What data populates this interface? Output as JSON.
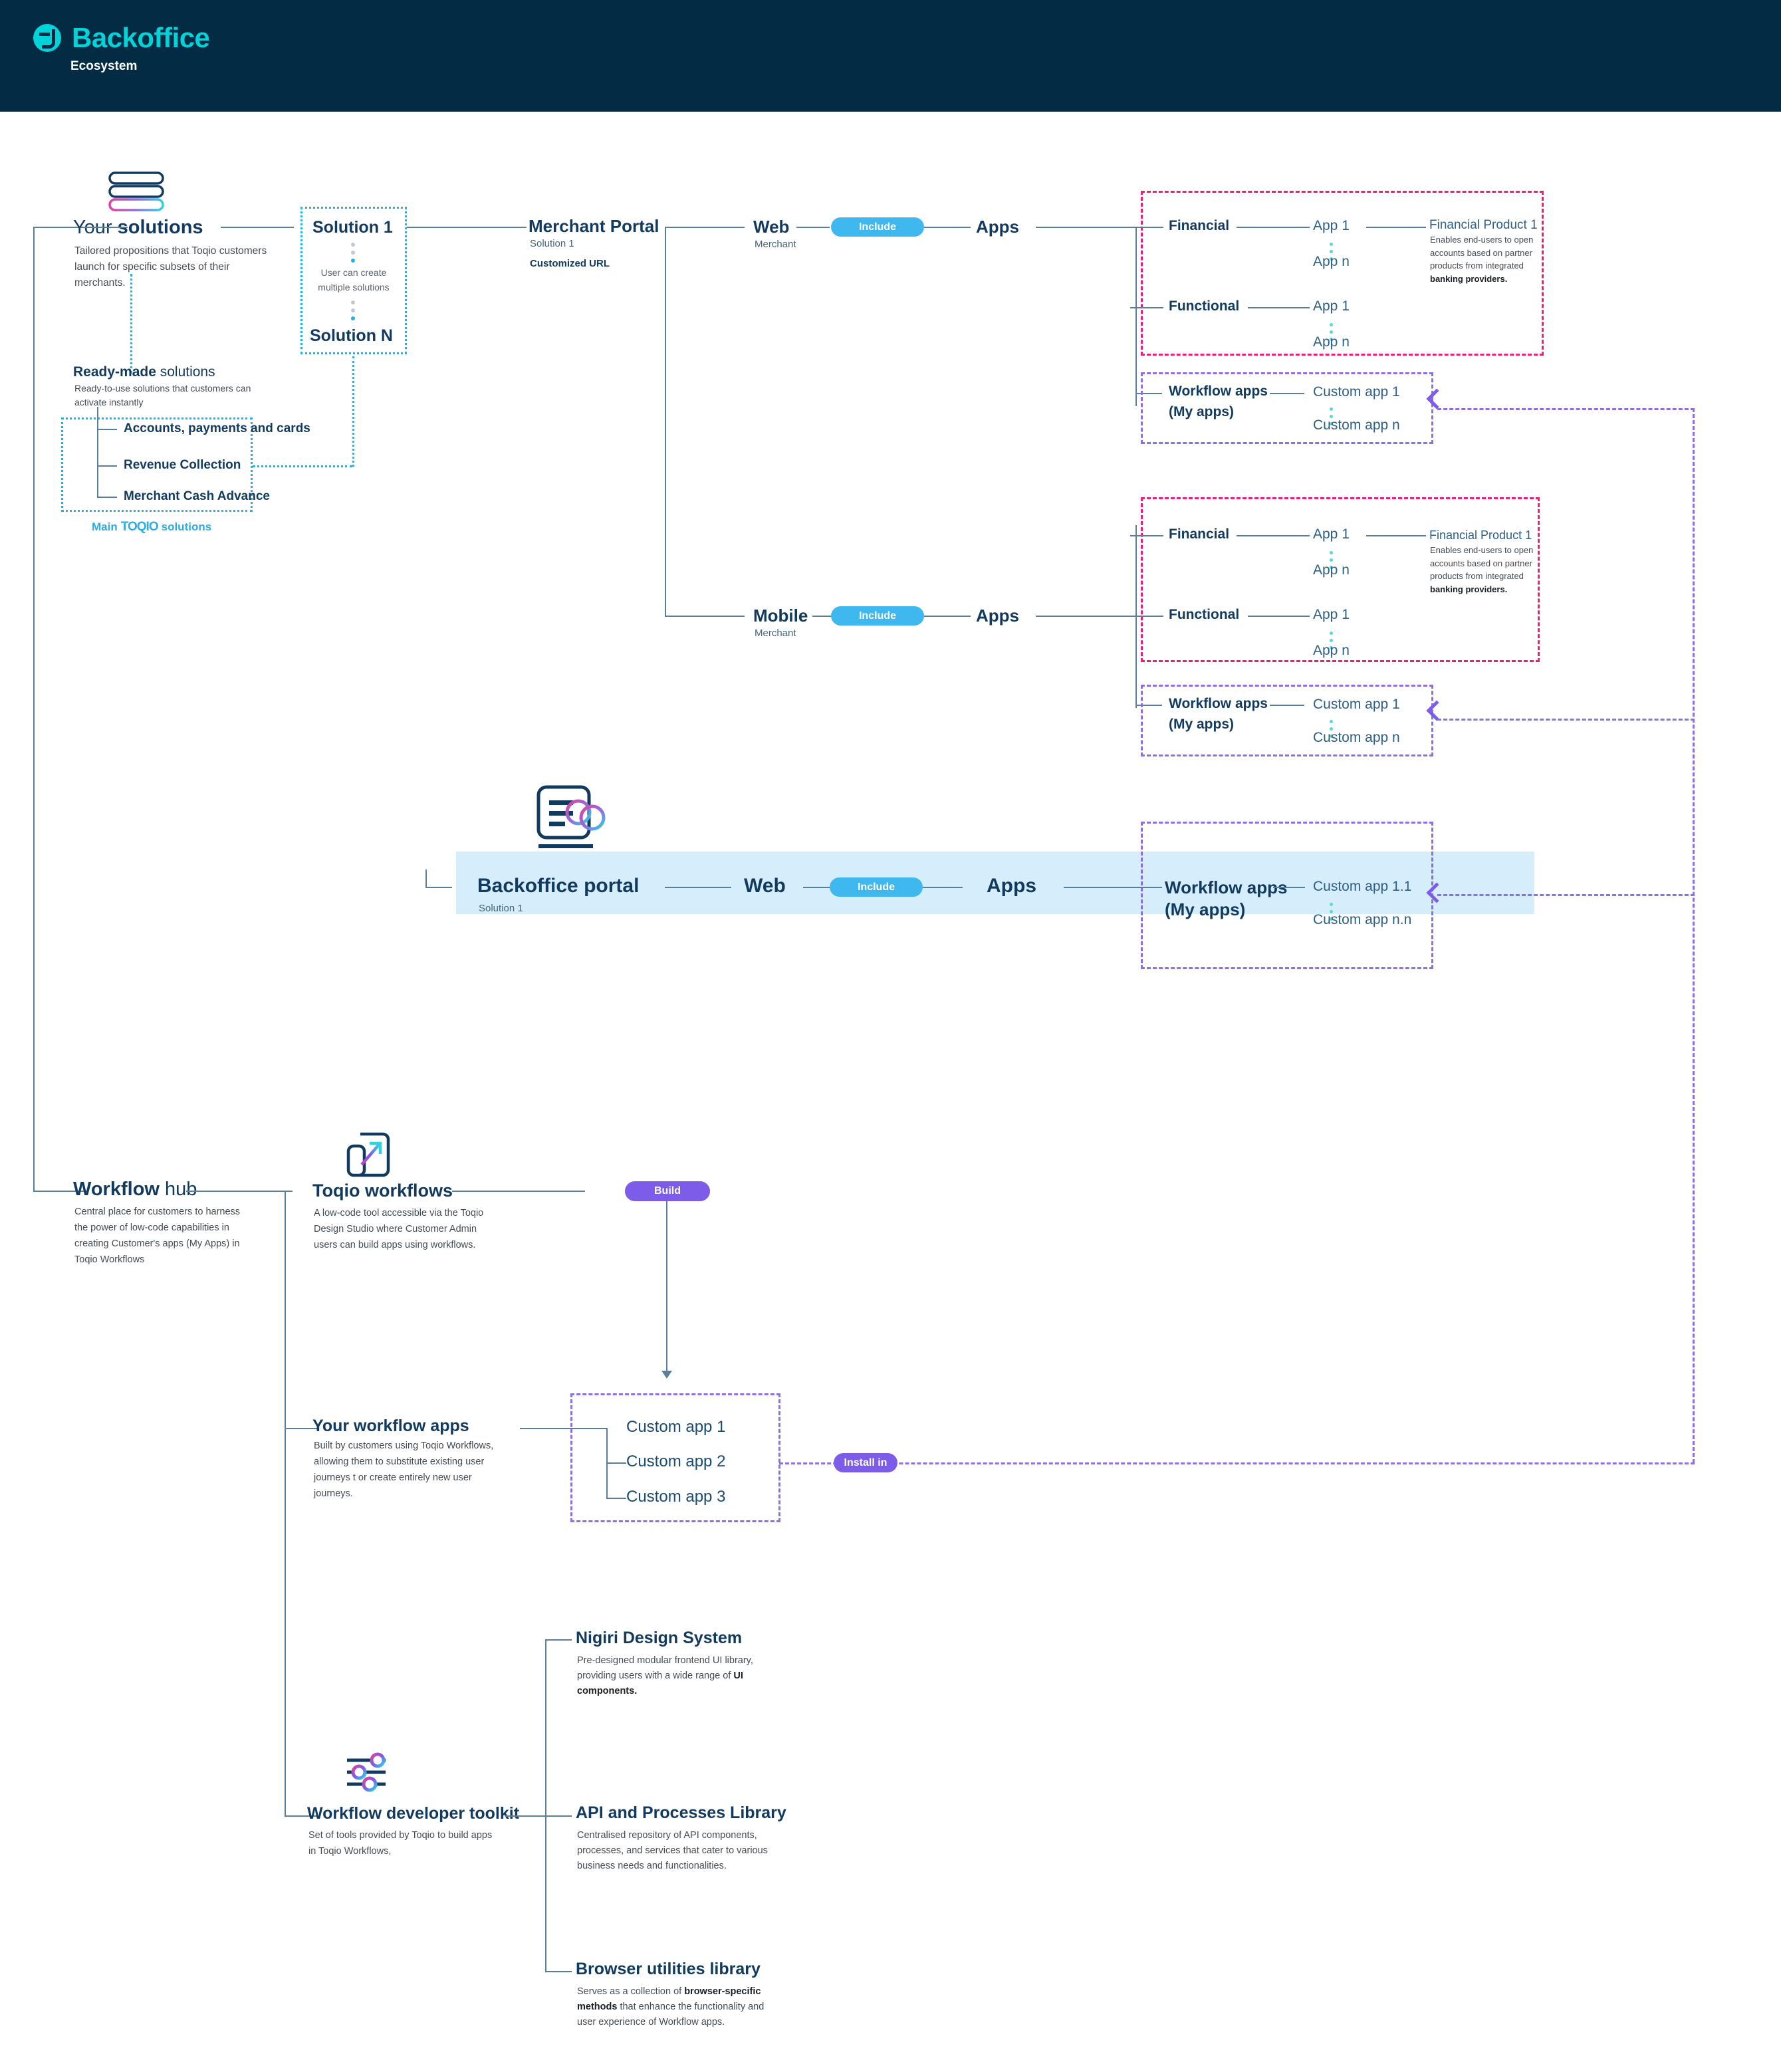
{
  "header": {
    "brand": "Backoffice",
    "subtitle": "Ecosystem",
    "logo_icon": "toqio-logo-icon",
    "brand_color": "#00d4d8",
    "bg_color": "#032b44"
  },
  "your_solutions": {
    "title_light": "Your ",
    "title_bold": "solutions",
    "description": "Tailored propositions that Toqio customers launch for specific subsets of their merchants.",
    "icon": "stacked-layers-icon",
    "ready_made": {
      "title_bold": "Ready-made",
      "title_light": " solutions",
      "description": "Ready-to-use solutions that customers can activate instantly",
      "items": [
        "Accounts, payments and cards",
        "Revenue Collection",
        "Merchant Cash Advance"
      ],
      "footer_pre": "Main ",
      "footer_brand": "TOQIO",
      "footer_post": " solutions"
    }
  },
  "solution_stack": {
    "first": "Solution 1",
    "note": "User can create multiple solutions",
    "last": "Solution N"
  },
  "merchant_portal": {
    "title": "Merchant Portal",
    "meta": "Solution 1",
    "meta_bold": "Customized URL"
  },
  "channels": {
    "web": {
      "title": "Web",
      "meta": "Merchant",
      "include_label": "Include",
      "apps_label": "Apps"
    },
    "mobile": {
      "title": "Mobile",
      "meta": "Merchant",
      "include_label": "Include",
      "apps_label": "Apps"
    }
  },
  "app_groups": {
    "financial_label": "Financial",
    "functional_label": "Functional",
    "app_first": "App 1",
    "app_last": "App n",
    "product": {
      "title": "Financial Product 1",
      "desc_plain": "Enables end-users to open accounts based on partner products from integrated ",
      "desc_bold": "banking providers."
    }
  },
  "workflow_apps_web": {
    "title_line1": "Workflow apps",
    "title_line2": "(My apps)",
    "first": "Custom app 1",
    "last": "Custom app n"
  },
  "workflow_apps_mobile": {
    "title_line1": "Workflow apps",
    "title_line2": "(My apps)",
    "first": "Custom app 1",
    "last": "Custom app n"
  },
  "backoffice": {
    "icon": "document-link-icon",
    "title": "Backoffice portal",
    "meta": "Solution 1",
    "web_label": "Web",
    "include_label": "Include",
    "apps_label": "Apps",
    "workflow_title_line1": "Workflow apps",
    "workflow_title_line2": "(My apps)",
    "custom_first": "Custom app 1.1",
    "custom_last": "Custom app n.n"
  },
  "workflow_hub": {
    "title_bold": "Workflow",
    "title_light": " hub",
    "description": "Central place for customers to harness the power of low-code capabilities in creating Customer's apps (My Apps) in Toqio Workflows"
  },
  "toqio_workflows": {
    "icon": "devices-arrow-icon",
    "title": "Toqio workflows",
    "description": "A low-code tool accessible via the Toqio Design Studio where Customer Admin users can build apps using workflows.",
    "build_label": "Build"
  },
  "your_workflow_apps": {
    "title": "Your workflow apps",
    "description": "Built by customers using Toqio Workflows, allowing them to substitute existing user journeys t or create entirely new user journeys.",
    "apps": [
      "Custom app 1",
      "Custom app 2",
      "Custom app 3"
    ],
    "install_label": "Install in"
  },
  "developer_toolkit": {
    "icon": "sliders-icon",
    "title": "Workflow developer toolkit",
    "description": "Set of tools provided by Toqio to build apps in Toqio Workflows,"
  },
  "libraries": [
    {
      "title": "Nigiri Design System",
      "desc_plain": "Pre-designed modular frontend UI library, providing users with a wide range of ",
      "desc_bold": "UI components."
    },
    {
      "title": "API and Processes Library",
      "desc_plain": "Centralised repository of API components, processes, and services that cater to various business needs and functionalities.",
      "desc_bold": ""
    },
    {
      "title": "Browser utilities library",
      "desc_plain_pre": "Serves as a collection of ",
      "desc_bold": "browser-specific methods",
      "desc_plain_post": " that enhance the functionality and user experience of Workflow apps."
    }
  ],
  "colors": {
    "cyan": "#29aee6",
    "pink": "#ed1e79",
    "purple": "#8b6fe3",
    "navy": "#123a5e",
    "band": "#d6edfb"
  }
}
